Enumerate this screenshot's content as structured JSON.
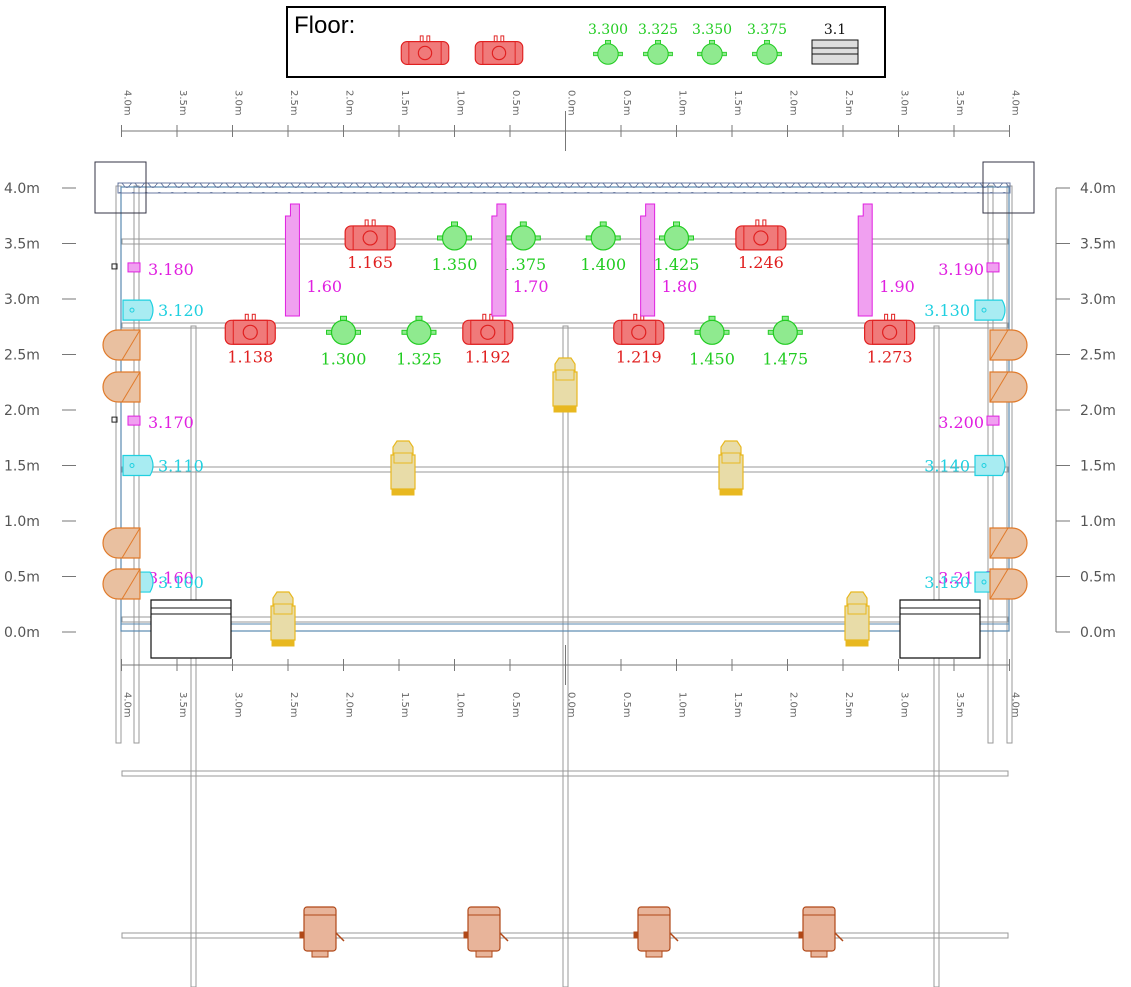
{
  "legend": {
    "title": "Floor:",
    "green_labels": [
      "3.300",
      "3.325",
      "3.350",
      "3.375"
    ],
    "box_label": "3.1"
  },
  "rulers": {
    "top_labels": [
      "4.0m",
      "3.5m",
      "3.0m",
      "2.5m",
      "2.0m",
      "1.5m",
      "1.0m",
      "0.5m",
      "0.0m",
      "0.5m",
      "1.0m",
      "1.5m",
      "2.0m",
      "2.5m",
      "3.0m",
      "3.5m",
      "4.0m"
    ],
    "side_labels": [
      "4.0m",
      "3.5m",
      "3.0m",
      "2.5m",
      "2.0m",
      "1.5m",
      "1.0m",
      "0.5m",
      "0.0m"
    ]
  },
  "colors": {
    "red": "#e02020",
    "red_fill": "#f07a7a",
    "green": "#22cc22",
    "green_fill": "#8fea8f",
    "magenta": "#e020e0",
    "magenta_fill": "#f0a0f0",
    "cyan": "#20d0e0",
    "cyan_fill": "#a8ecf2",
    "orange": "#e07a2a",
    "orange_fill": "#e9c0a0",
    "yellow": "#e8b820",
    "yellow_fill": "#e8dca8",
    "brown": "#b04818",
    "brown_fill": "#e8b49a"
  },
  "fixtures": {
    "red": [
      {
        "label": "1.165",
        "x": 1.76,
        "y": 3.55
      },
      {
        "label": "1.246",
        "x": -1.76,
        "y": 3.55
      },
      {
        "label": "1.138",
        "x": 2.84,
        "y": 2.7
      },
      {
        "label": "1.192",
        "x": 0.7,
        "y": 2.7
      },
      {
        "label": "1.219",
        "x": -0.66,
        "y": 2.7
      },
      {
        "label": "1.273",
        "x": -2.92,
        "y": 2.7
      }
    ],
    "green": [
      {
        "label": "1.350",
        "x": 1.0,
        "y": 3.55
      },
      {
        "label": "1.375",
        "x": 0.38,
        "y": 3.55
      },
      {
        "label": "1.400",
        "x": -0.34,
        "y": 3.55
      },
      {
        "label": "1.425",
        "x": -1.0,
        "y": 3.55
      },
      {
        "label": "1.300",
        "x": 2.0,
        "y": 2.7
      },
      {
        "label": "1.325",
        "x": 1.32,
        "y": 2.7
      },
      {
        "label": "1.450",
        "x": -1.32,
        "y": 2.7
      },
      {
        "label": "1.475",
        "x": -1.98,
        "y": 2.7
      }
    ],
    "magenta_bars": [
      {
        "label": "1.60",
        "x": 2.46
      },
      {
        "label": "1.70",
        "x": 0.6
      },
      {
        "label": "1.80",
        "x": -0.74
      },
      {
        "label": "1.90",
        "x": -2.7
      }
    ],
    "magenta_small": [
      {
        "label": "3.180",
        "side": "left",
        "y": 3.28
      },
      {
        "label": "3.170",
        "side": "left",
        "y": 1.9
      },
      {
        "label": "3.160",
        "side": "left",
        "y": 0.5
      },
      {
        "label": "3.190",
        "side": "right",
        "y": 3.28
      },
      {
        "label": "3.200",
        "side": "right",
        "y": 1.9
      },
      {
        "label": "3.210",
        "side": "right",
        "y": 0.5
      }
    ],
    "cyan": [
      {
        "label": "3.120",
        "side": "left",
        "y": 2.9
      },
      {
        "label": "3.110",
        "side": "left",
        "y": 1.5
      },
      {
        "label": "3.100",
        "side": "left",
        "y": 0.45
      },
      {
        "label": "3.130",
        "side": "right",
        "y": 2.9
      },
      {
        "label": "3.140",
        "side": "right",
        "y": 1.5
      },
      {
        "label": "3.150",
        "side": "right",
        "y": 0.45
      }
    ]
  }
}
